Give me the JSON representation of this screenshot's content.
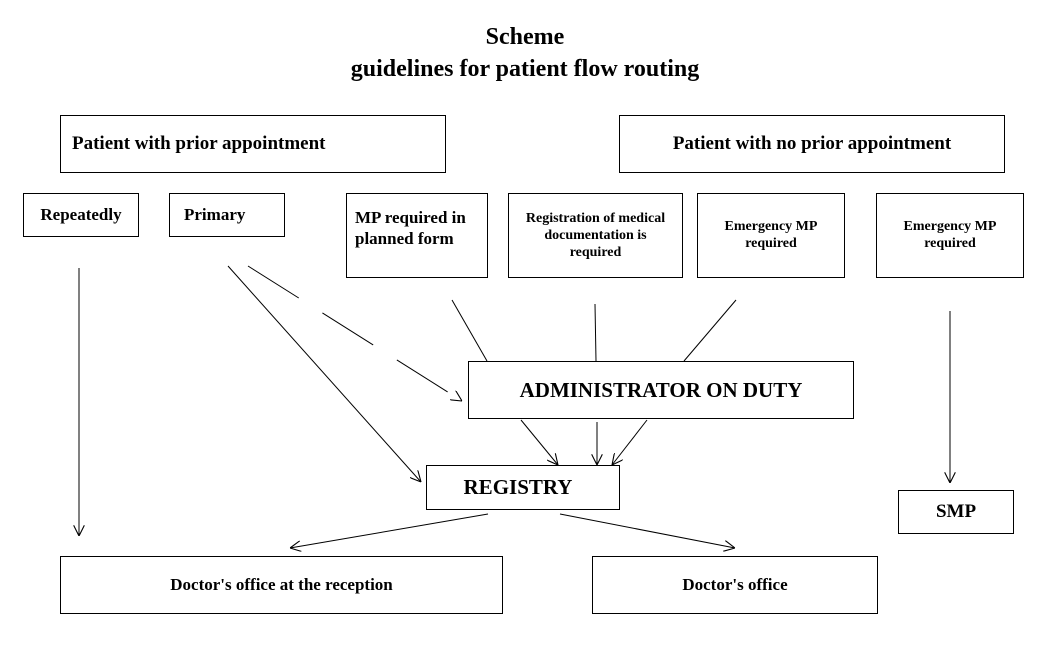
{
  "title": {
    "line1": "Scheme",
    "line2": "guidelines for patient flow routing"
  },
  "boxes": {
    "prior_appointment": "Patient with prior appointment",
    "no_prior_appointment": "Patient with no prior appointment",
    "repeatedly": "Repeatedly",
    "primary": "Primary",
    "mp_planned": "MP required in planned form",
    "registration_docs": "Registration of medical documentation is required",
    "emergency_mp_1": "Emergency MP required",
    "emergency_mp_2": "Emergency MP required",
    "administrator": "ADMINISTRATOR ON DUTY",
    "registry": "REGISTRY",
    "smp": "SMP",
    "doctor_office_reception": "Doctor's office at the reception",
    "doctor_office": "Doctor's office"
  }
}
